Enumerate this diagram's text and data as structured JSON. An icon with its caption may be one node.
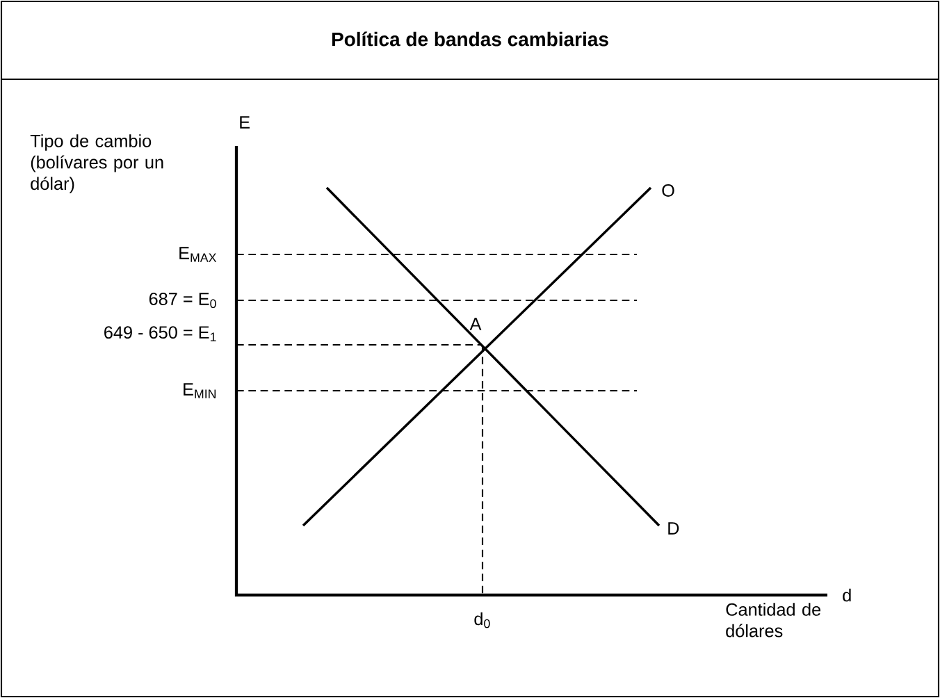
{
  "diagram": {
    "title": "Política de bandas cambiarias",
    "labels": [
      "Tipo de cambio (bolívares por un dólar)",
      "E",
      "E$_{MAX}$",
      "687 = E$_{0}$",
      "649 - 650 = E$_{1}$",
      "E$_{MIN}$",
      "O",
      "A",
      "D",
      "d",
      "d$_{0}$",
      "Cantidad de dólares"
    ]
  }
}
